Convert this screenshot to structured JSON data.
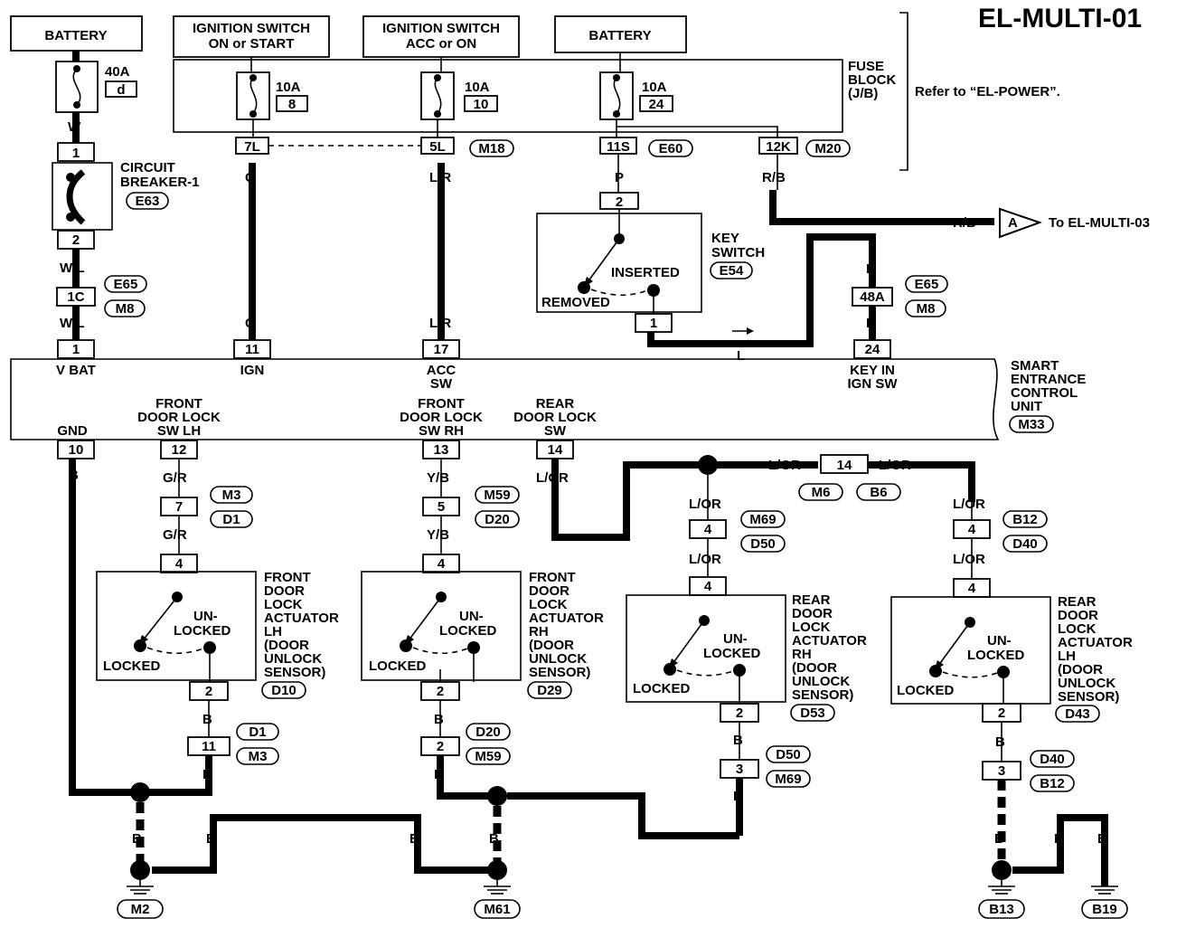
{
  "title": "EL-MULTI-01",
  "power": {
    "battery_left": "BATTERY",
    "ign_on_start": [
      "IGNITION SWITCH",
      "ON or START"
    ],
    "ign_acc_on": [
      "IGNITION SWITCH",
      "ACC or ON"
    ],
    "battery_right": "BATTERY"
  },
  "fuses": {
    "main": {
      "rating": "40A",
      "id": "d"
    },
    "f8": {
      "rating": "10A",
      "id": "8"
    },
    "f10": {
      "rating": "10A",
      "id": "10"
    },
    "f24": {
      "rating": "10A",
      "id": "24"
    }
  },
  "fuse_block": {
    "label": [
      "FUSE",
      "BLOCK",
      "(J/B)"
    ],
    "refer": "Refer to “EL-POWER”.",
    "terminals": [
      "7L",
      "5L",
      "11S",
      "12K"
    ],
    "connectors": [
      "M18",
      "E60",
      "M20"
    ]
  },
  "circuit_breaker": {
    "label": [
      "CIRCUIT",
      "BREAKER-1"
    ],
    "connector": "E63",
    "pins": [
      "1",
      "2"
    ]
  },
  "wires": {
    "W": "W",
    "WL": "W/L",
    "G": "G",
    "LR": "L/R",
    "P": "P",
    "RB": "R/B",
    "L": "L",
    "B": "B",
    "GR": "G/R",
    "YB": "Y/B",
    "LOR": "L/OR"
  },
  "connectors": {
    "E65": "E65",
    "M8": "M8",
    "E54": "E54",
    "M3": "M3",
    "D1": "D1",
    "M59": "M59",
    "D20": "D20",
    "M6": "M6",
    "B6": "B6",
    "M69": "M69",
    "D50": "D50",
    "B12": "B12",
    "D40": "D40",
    "D10": "D10",
    "D29": "D29",
    "D53": "D53",
    "D43": "D43"
  },
  "pins": {
    "c1C": "1C",
    "c48A": "48A",
    "c2": "2",
    "c1": "1",
    "c7": "7",
    "c5": "5",
    "c14": "14",
    "c4": "4",
    "c11": "11",
    "c3": "3"
  },
  "key_switch": {
    "label": [
      "KEY",
      "SWITCH"
    ],
    "inserted": "INSERTED",
    "removed": "REMOVED"
  },
  "ref_arrow": {
    "letter": "A",
    "text": "To EL-MULTI-03"
  },
  "unit": {
    "label": [
      "SMART",
      "ENTRANCE",
      "CONTROL",
      "UNIT"
    ],
    "connector": "M33",
    "pins": [
      {
        "no": "1",
        "name": [
          "V BAT"
        ]
      },
      {
        "no": "11",
        "name": [
          "IGN"
        ]
      },
      {
        "no": "17",
        "name": [
          "ACC",
          "SW"
        ]
      },
      {
        "no": "24",
        "name": [
          "KEY IN",
          "IGN SW"
        ]
      },
      {
        "no": "10",
        "name": [
          "GND"
        ]
      },
      {
        "no": "12",
        "name": [
          "FRONT",
          "DOOR LOCK",
          "SW LH"
        ]
      },
      {
        "no": "13",
        "name": [
          "FRONT",
          "DOOR LOCK",
          "SW RH"
        ]
      },
      {
        "no": "14",
        "name": [
          "REAR",
          "DOOR LOCK",
          "SW"
        ]
      }
    ]
  },
  "actuators": [
    {
      "label": [
        "FRONT",
        "DOOR",
        "LOCK",
        "ACTUATOR",
        "LH",
        "(DOOR",
        "UNLOCK",
        "SENSOR)"
      ]
    },
    {
      "label": [
        "FRONT",
        "DOOR",
        "LOCK",
        "ACTUATOR",
        "RH",
        "(DOOR",
        "UNLOCK",
        "SENSOR)"
      ]
    },
    {
      "label": [
        "REAR",
        "DOOR",
        "LOCK",
        "ACTUATOR",
        "RH",
        "(DOOR",
        "UNLOCK",
        "SENSOR)"
      ]
    },
    {
      "label": [
        "REAR",
        "DOOR",
        "LOCK",
        "ACTUATOR",
        "LH",
        "(DOOR",
        "UNLOCK",
        "SENSOR)"
      ]
    }
  ],
  "switch_states": {
    "unlocked": [
      "UN-",
      "LOCKED"
    ],
    "locked": "LOCKED"
  },
  "grounds": [
    "M2",
    "M61",
    "B13",
    "B19"
  ]
}
